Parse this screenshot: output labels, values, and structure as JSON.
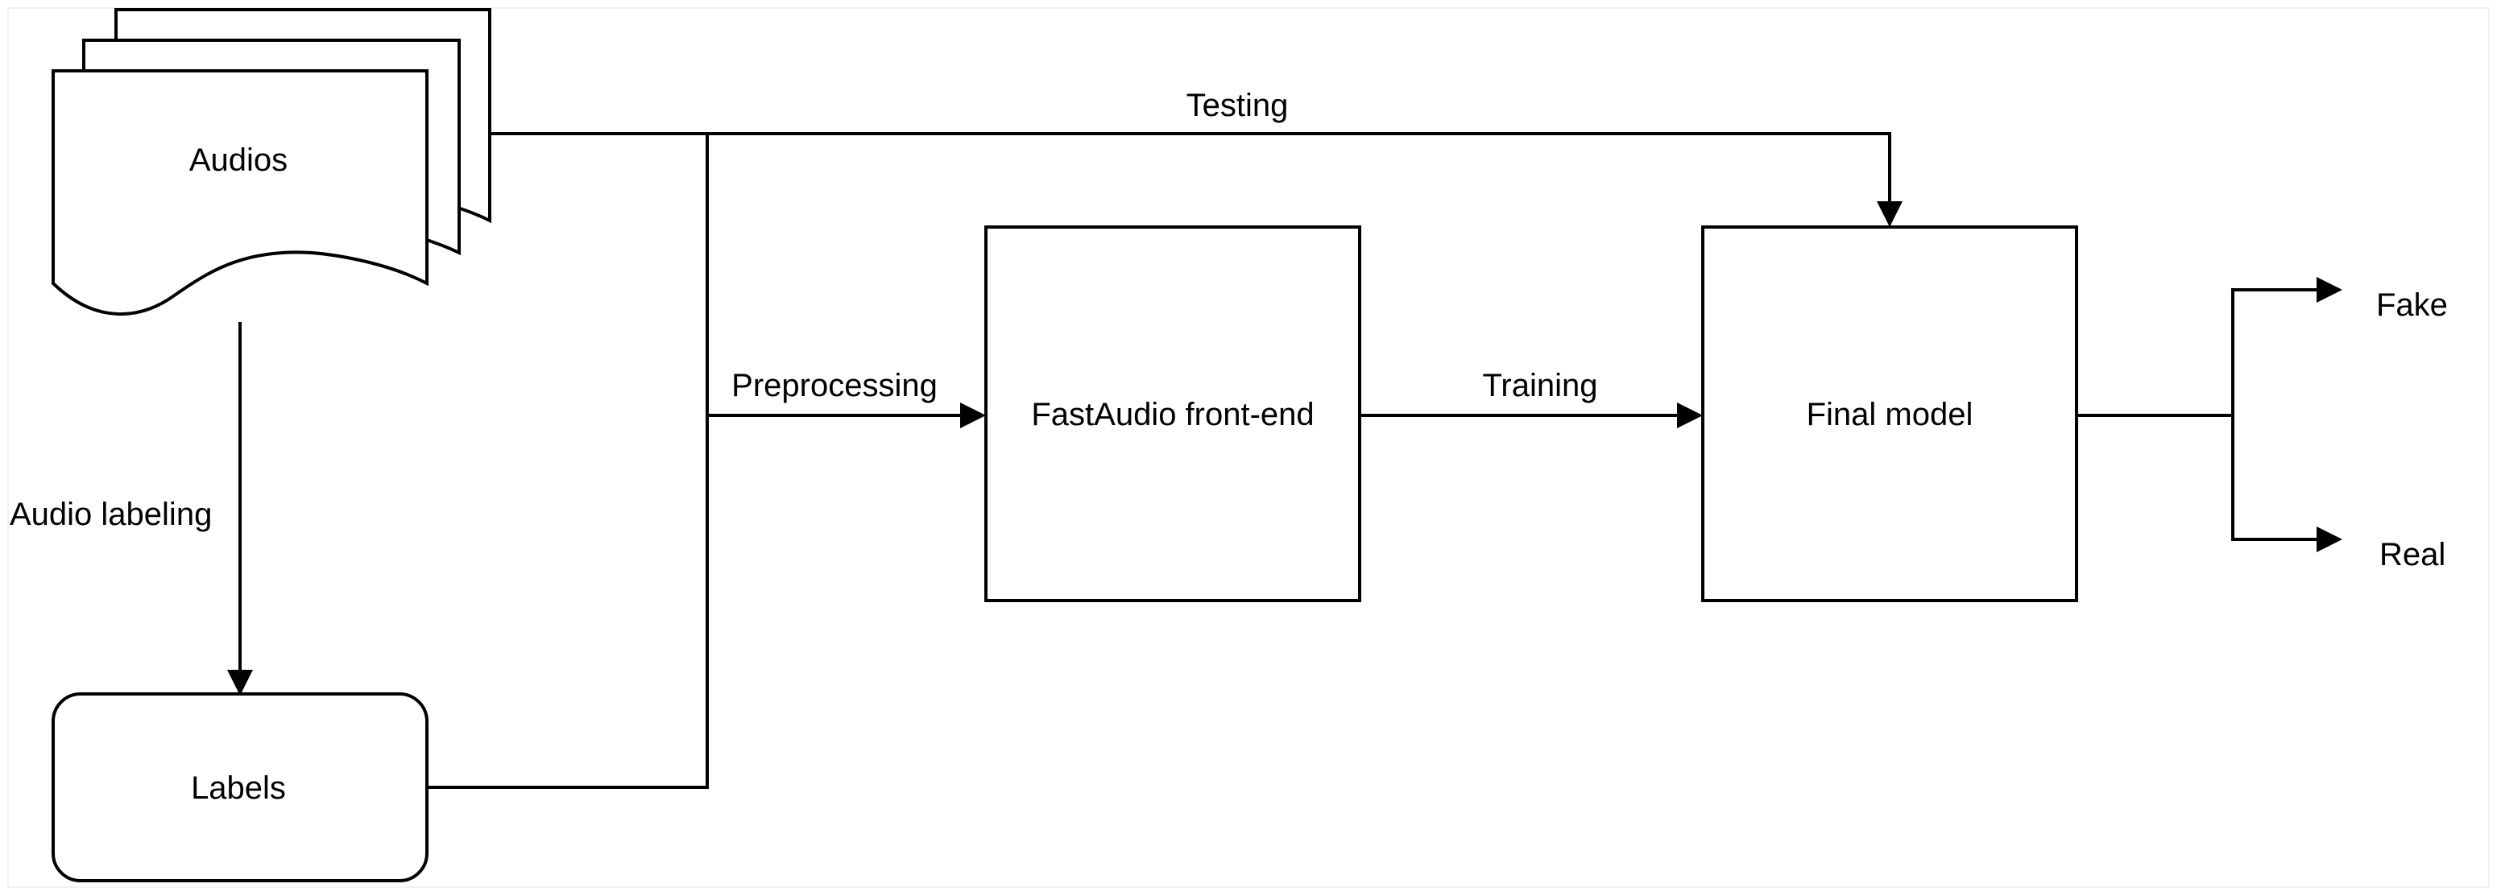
{
  "nodes": {
    "audios": {
      "label": "Audios"
    },
    "labels": {
      "label": "Labels"
    },
    "frontend": {
      "label": "FastAudio front-end"
    },
    "final_model": {
      "label": "Final model"
    }
  },
  "outputs": {
    "fake": "Fake",
    "real": "Real"
  },
  "edges": {
    "audio_labeling": "Audio labeling",
    "testing": "Testing",
    "preprocessing": "Preprocessing",
    "training": "Training"
  }
}
